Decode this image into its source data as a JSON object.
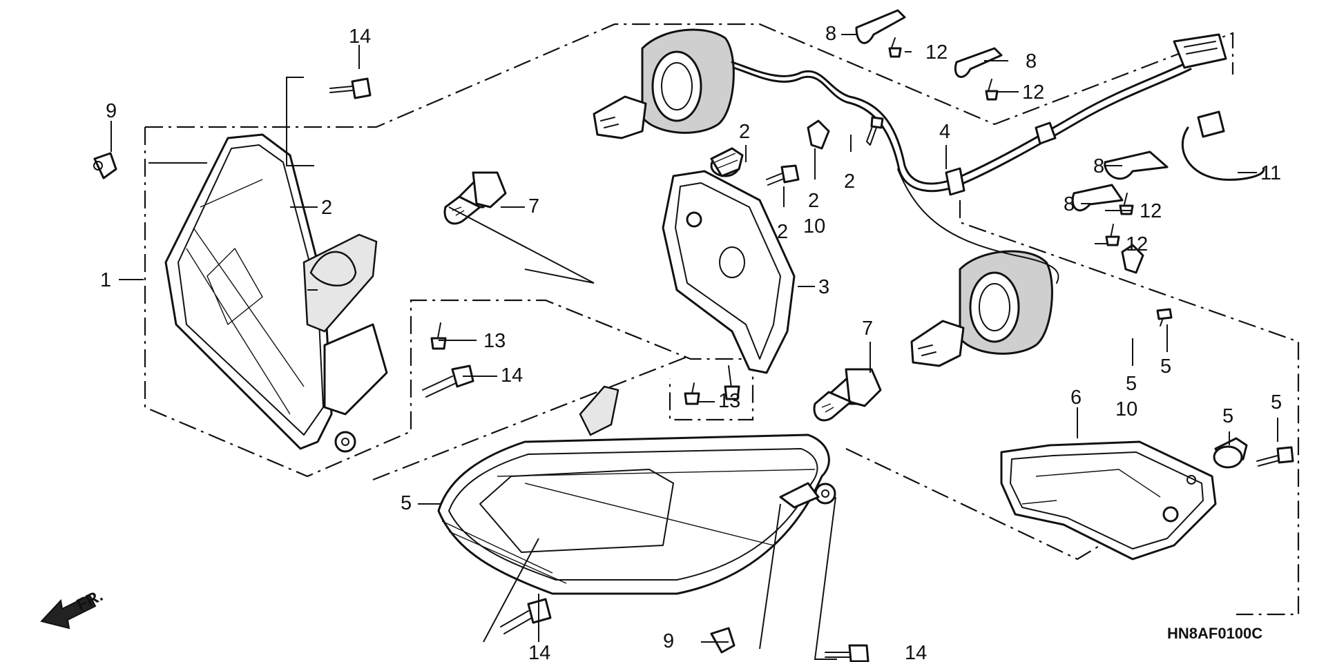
{
  "diagram_code": "HN8AF0100C",
  "front_marker": "FR.",
  "callouts": {
    "c14a": "14",
    "c9a": "9",
    "c2a": "2",
    "c1": "1",
    "c7a": "7",
    "c13a": "13",
    "c14b": "14",
    "c13b": "13",
    "c5a": "5",
    "c14c": "14",
    "c9b": "9",
    "c14d": "14",
    "c8a": "8",
    "c12a": "12",
    "c8b": "8",
    "c12b": "12",
    "c2b": "2",
    "c2c": "2",
    "c2d": "2",
    "c10a": "10",
    "c2e": "2",
    "c3": "3",
    "c4": "4",
    "c7b": "7",
    "c8c": "8",
    "c11": "11",
    "c8d": "8",
    "c12c": "12",
    "c12d": "12",
    "c5b": "5",
    "c5c": "5",
    "c10b": "10",
    "c6": "6",
    "c5d": "5",
    "c5e": "5"
  }
}
